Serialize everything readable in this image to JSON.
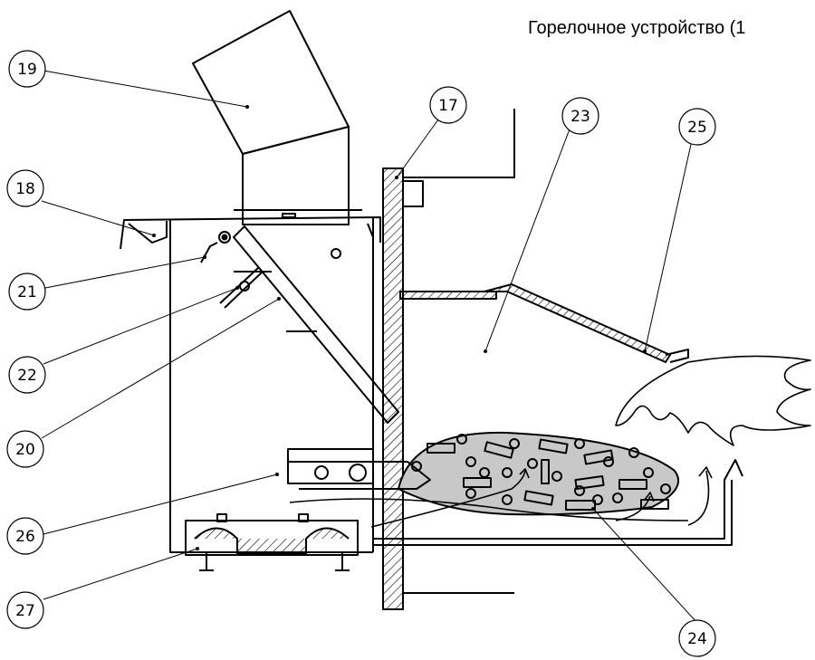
{
  "title": "Горелочное устройство (1",
  "callouts": {
    "c17": "17",
    "c18": "18",
    "c19": "19",
    "c20": "20",
    "c21": "21",
    "c22": "22",
    "c23": "23",
    "c24": "24",
    "c25": "25",
    "c26": "26",
    "c27": "27"
  },
  "colors": {
    "line": "#000000",
    "fuel_bed": "#c8c8c8",
    "background": "#ffffff"
  }
}
